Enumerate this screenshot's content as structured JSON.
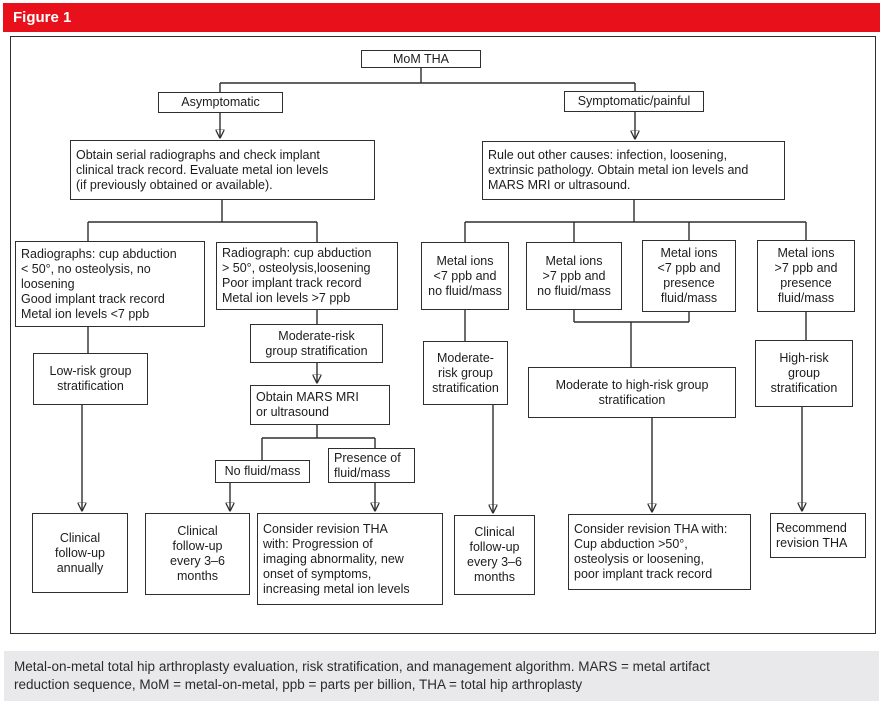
{
  "header": {
    "figure_label": "Figure 1"
  },
  "colors": {
    "header_bg": "#e8111b",
    "header_text": "#ffffff",
    "caption_bg": "#e9e9eb",
    "box_border": "#2e2e2e",
    "line": "#2e2e2e"
  },
  "nodes": {
    "mom_tha": {
      "label": "MoM THA"
    },
    "asymptomatic": {
      "label": "Asymptomatic"
    },
    "symptomatic": {
      "label": "Symptomatic/painful"
    },
    "obtain_serial": {
      "label": "Obtain serial radiographs and check implant\nclinical track record. Evaluate metal ion levels\n(if previously obtained or available)."
    },
    "rule_out": {
      "label": "Rule out other causes: infection, loosening,\nextrinsic pathology. Obtain metal ion levels and\nMARS MRI or ultrasound."
    },
    "radiographs_low_criteria": {
      "label": "Radiographs: cup abduction\n< 50°, no osteolysis, no\nloosening\nGood implant track record\nMetal ion levels <7 ppb"
    },
    "radiograph_high_criteria": {
      "label": "Radiograph: cup abduction\n> 50°, osteolysis,loosening\nPoor implant track record\nMetal ion levels >7 ppb"
    },
    "ions_low_nofluid": {
      "label": "Metal ions\n<7 ppb and\nno fluid/mass"
    },
    "ions_high_nofluid": {
      "label": "Metal ions\n>7 ppb and\nno fluid/mass"
    },
    "ions_low_fluid": {
      "label": "Metal ions\n<7 ppb and\npresence\nfluid/mass"
    },
    "ions_high_fluid": {
      "label": "Metal ions\n>7 ppb and\npresence\nfluid/mass"
    },
    "low_risk": {
      "label": "Low-risk group\nstratification"
    },
    "moderate_risk_mid": {
      "label": "Moderate-risk\ngroup stratification"
    },
    "obtain_mars": {
      "label": "Obtain MARS MRI\nor ultrasound"
    },
    "no_fluid": {
      "label": "No fluid/mass"
    },
    "presence_fluid": {
      "label": "Presence of\nfluid/mass"
    },
    "moderate_risk_right": {
      "label": "Moderate-\nrisk group\nstratification"
    },
    "moderate_high_risk": {
      "label": "Moderate to high-risk group\nstratification"
    },
    "high_risk": {
      "label": "High-risk\ngroup\nstratification"
    },
    "clinical_annually": {
      "label": "Clinical\nfollow-up\nannually"
    },
    "clinical_36_left": {
      "label": "Clinical\nfollow-up\nevery 3–6\nmonths"
    },
    "consider_revision_left": {
      "label": "Consider revision THA\nwith: Progression of\nimaging abnormality, new\nonset of symptoms,\nincreasing metal ion levels"
    },
    "clinical_36_right": {
      "label": "Clinical\nfollow-up\nevery 3–6\nmonths"
    },
    "consider_revision_right": {
      "label": "Consider revision THA with:\nCup abduction >50°,\nosteolysis or loosening,\npoor implant track record"
    },
    "recommend_revision": {
      "label": "Recommend\nrevision THA"
    }
  },
  "caption": {
    "text": "Metal-on-metal total hip arthroplasty evaluation, risk stratification, and management algorithm. MARS = metal artifact\nreduction sequence, MoM = metal-on-metal, ppb = parts per billion, THA = total hip arthroplasty"
  }
}
